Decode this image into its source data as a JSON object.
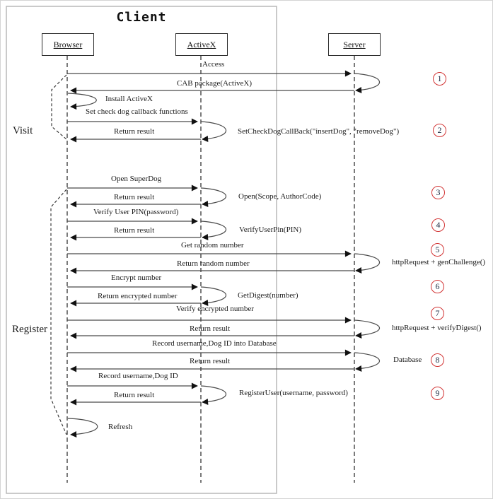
{
  "frame": {
    "title": "Client"
  },
  "actors": [
    {
      "id": "browser",
      "label": "Browser"
    },
    {
      "id": "activex",
      "label": "ActiveX"
    },
    {
      "id": "server",
      "label": "Server"
    }
  ],
  "phases": [
    {
      "label": "Visit"
    },
    {
      "label": "Register"
    }
  ],
  "messages": [
    {
      "label": "Access"
    },
    {
      "label": "CAB package(ActiveX)"
    },
    {
      "label": "Install ActiveX"
    },
    {
      "label": "Set check dog callback functions"
    },
    {
      "label": "Return result"
    },
    {
      "label": "SetCheckDogCallBack(\"insertDog\", \"removeDog\")"
    },
    {
      "label": "Open SuperDog"
    },
    {
      "label": "Return result"
    },
    {
      "label": "Open(Scope, AuthorCode)"
    },
    {
      "label": "Verify User PIN(password)"
    },
    {
      "label": "Return result"
    },
    {
      "label": "VerifyUserPin(PIN)"
    },
    {
      "label": "Get random number"
    },
    {
      "label": "Return random number"
    },
    {
      "label": "httpRequest + genChallenge()"
    },
    {
      "label": "Encrypt number"
    },
    {
      "label": "Return encrypted number"
    },
    {
      "label": "GetDigest(number)"
    },
    {
      "label": "Verify encrypted number"
    },
    {
      "label": "Return result"
    },
    {
      "label": "httpRequest + verifyDigest()"
    },
    {
      "label": "Record username,Dog ID into Database"
    },
    {
      "label": "Return result"
    },
    {
      "label": "Database"
    },
    {
      "label": "Record username,Dog ID"
    },
    {
      "label": "Return result"
    },
    {
      "label": "RegisterUser(username, password)"
    },
    {
      "label": "Refresh"
    }
  ],
  "steps": [
    {
      "n": "1"
    },
    {
      "n": "2"
    },
    {
      "n": "3"
    },
    {
      "n": "4"
    },
    {
      "n": "5"
    },
    {
      "n": "6"
    },
    {
      "n": "7"
    },
    {
      "n": "8"
    },
    {
      "n": "9"
    }
  ],
  "colors": {
    "step_circle": "#d23434",
    "line": "#4a4a4a",
    "boundary": "#b8b8b8"
  }
}
